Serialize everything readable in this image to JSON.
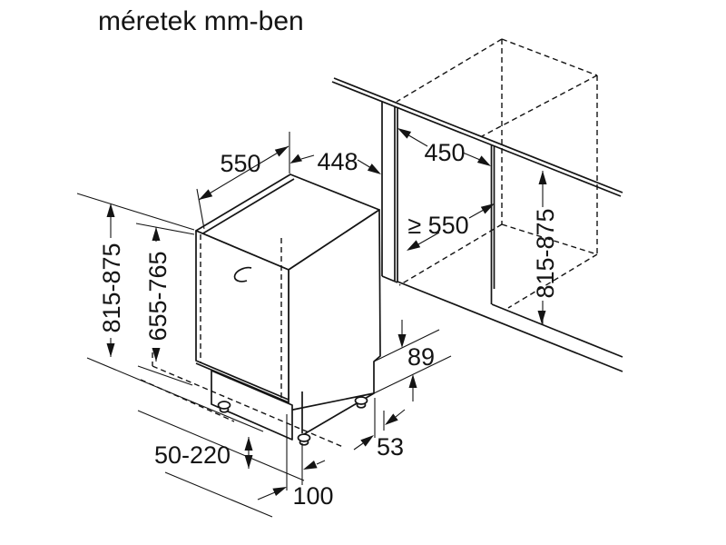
{
  "title": "méretek mm-ben",
  "colors": {
    "line": "#141414",
    "background": "#ffffff"
  },
  "labels": {
    "appliance_depth": "550",
    "appliance_width": "448",
    "niche_width": "450",
    "niche_depth": "≥ 550",
    "appliance_height": "815-875",
    "door_panel_height": "655-765",
    "niche_height": "815-875",
    "rear_base_height": "89",
    "rear_foot_setback": "53",
    "plinth_adjust_range": "50-220",
    "front_foot_setback": "100"
  }
}
